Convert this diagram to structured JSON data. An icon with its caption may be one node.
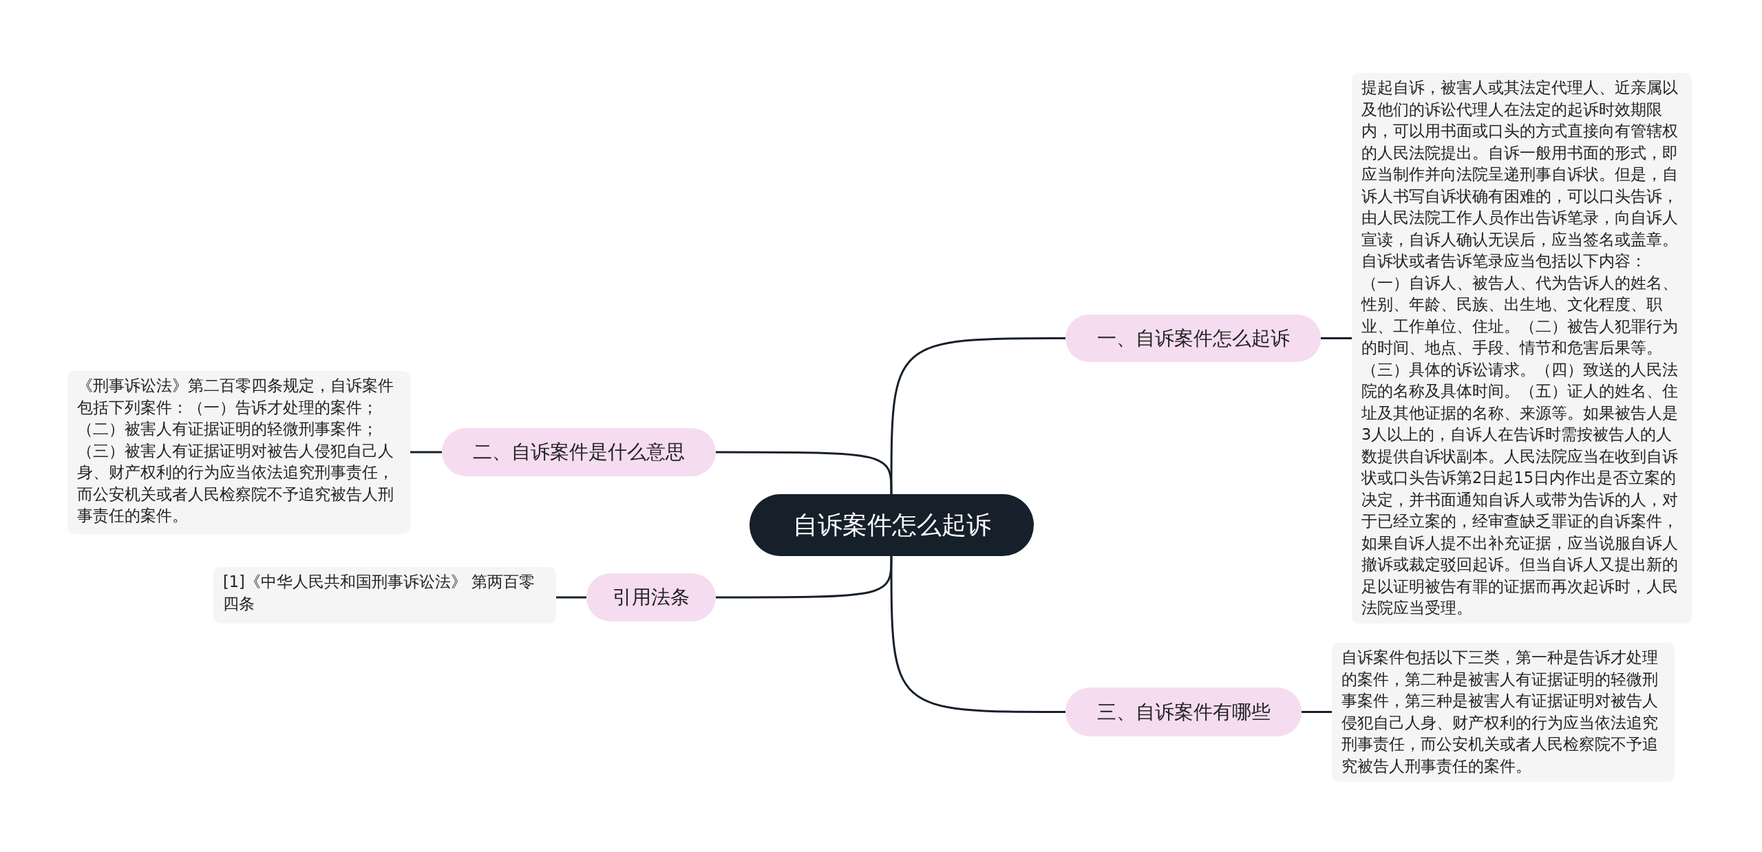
{
  "diagram": {
    "nodes": [
      {
        "text": [
          "自诉案件怎么起诉"
        ]
      },
      {
        "text": [
          "一、自诉案件怎么起诉"
        ]
      },
      {
        "text": [
          "提起自诉，被害人或其法定代理人、近亲属以及他们的诉讼代理人在法定的起诉时效期限内，可以用书面或口头的方式直接向有管辖权的人民法院提出。自诉一般用书面的形式，即应当制作并向法院呈递刑事自诉状。但是，自诉人书写自诉状确有困难的，可以口头告诉，由人民法院工作人员作出告诉笔录，向自诉人宣读，自诉人确认无误后，应当签名或盖章。自诉状或者告诉笔录应当包括以下内容：（一）自诉人、被告人、代为告诉人的姓名、性别、年龄、民族、出生地、文化程度、职业、工作单位、住址。（二）被告人犯罪行为的时间、地点、手段、情节和危害后果等。（三）具体的诉讼请求。（四）致送的人民法院的名称及具体时间。（五）证人的姓名、住址及其他证据的名称、来源等。如果被告人是3人以上的，自诉人在告诉时需按被告人的人数提供自诉状副本。人民法院应当在收到自诉状或口头告诉第2日起15日内作出是否立案的决定，并书面通知自诉人或带为告诉的人，对于已经立案的，经审查缺乏罪证的自诉案件，如果自诉人提不出补充证据，应当说服自诉人撤诉或裁定驳回起诉。但当自诉人又提出新的足以证明被告有罪的证据而再次起诉时，人民法院应当受理。"
        ]
      },
      {
        "text": [
          "二、自诉案件是什么意思"
        ]
      },
      {
        "text": [
          "《刑事诉讼法》第二百零四条规定，自诉案件包括下列案件：（一）告诉才处理的案件；（二）被害人有证据证明的轻微刑事案件；（三）被害人有证据证明对被告人侵犯自己人身、财产权利的行为应当依法追究刑事责任，而公安机关或者人民检察院不予追究被告人刑事责任的案件。"
        ]
      },
      {
        "text": [
          "引用法条"
        ]
      },
      {
        "text": [
          "[1]《中华人民共和国刑事诉讼法》 第两百零四条"
        ]
      },
      {
        "text": [
          "三、自诉案件有哪些"
        ]
      },
      {
        "text": [
          "自诉案件包括以下三类，第一种是告诉才处理的案件，第二种是被害人有证据证明的轻微刑事案件，第三种是被害人有证据证明对被告人侵犯自己人身、财产权利的行为应当依法追究刑事责任，而公安机关或者人民检察院不予追究被告人刑事责任的案件。"
        ]
      }
    ],
    "edges": [
      {
        "from": 0,
        "to": 1,
        "arrow": "none"
      },
      {
        "from": 1,
        "to": 2,
        "arrow": "none"
      },
      {
        "from": 0,
        "to": 3,
        "arrow": "none"
      },
      {
        "from": 3,
        "to": 4,
        "arrow": "none"
      },
      {
        "from": 0,
        "to": 5,
        "arrow": "none"
      },
      {
        "from": 5,
        "to": 6,
        "arrow": "none"
      },
      {
        "from": 0,
        "to": 7,
        "arrow": "none"
      },
      {
        "from": 7,
        "to": 8,
        "arrow": "none"
      }
    ]
  }
}
